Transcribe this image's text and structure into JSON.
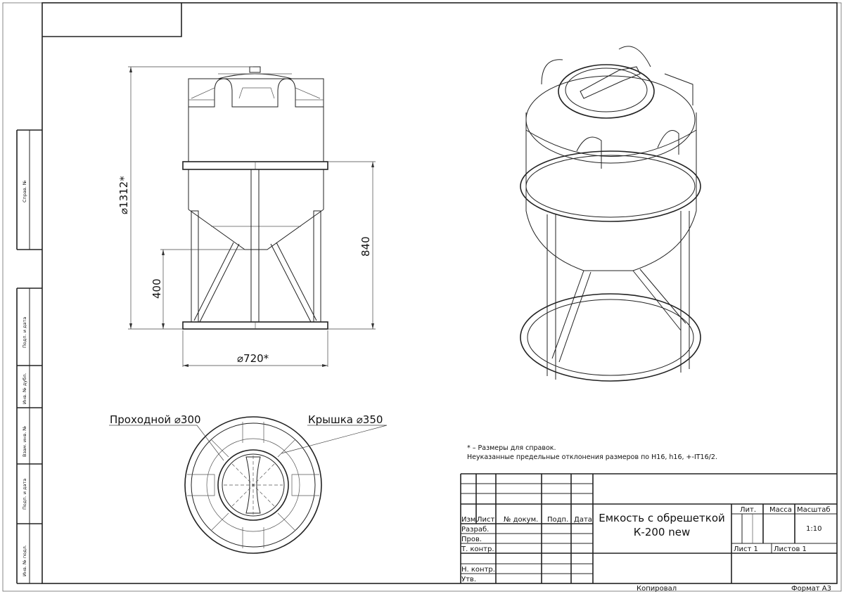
{
  "side_strip": {
    "sprav": "Справ. №",
    "podp_data_1": "Подп. и дата",
    "inv_dubl": "Инв. № дубл.",
    "vzam_inv": "Взам. инв. №",
    "podp_data_2": "Подп. и дата",
    "inv_podl": "Инв. № подл."
  },
  "dimensions": {
    "height_total": "⌀1312*",
    "frame_height": "840",
    "cone_height": "400",
    "frame_diameter": "⌀720*",
    "manhole": "Проходной ⌀300",
    "lid": "Крышка ⌀350"
  },
  "notes": {
    "line1": "* – Размеры для справок.",
    "line2": "Неуказанные предельные отклонения размеров по H16, h16, +-IT16/2."
  },
  "title_block": {
    "headers": [
      "Изм.",
      "Лист",
      "№ докум.",
      "Подп.",
      "Дата"
    ],
    "rows": [
      "Разраб.",
      "Пров.",
      "Т. контр.",
      "",
      "Н. контр.",
      "Утв."
    ],
    "title_line1": "Емкость с обрешеткой",
    "title_line2": "К-200 new",
    "lit": "Лит.",
    "mass": "Масса",
    "scale_label": "Масштаб",
    "scale_value": "1:10",
    "sheet": "Лист 1",
    "sheets": "Листов 1",
    "copied": "Копировал",
    "format": "Формат А3"
  }
}
